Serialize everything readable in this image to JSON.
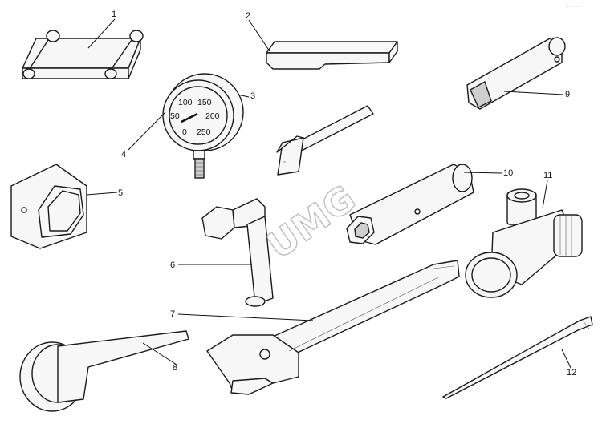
{
  "watermark": "UMG",
  "corner_mark": "~~ ~~",
  "gauge": {
    "scale": [
      "0",
      "50",
      "100",
      "150",
      "200",
      "250"
    ]
  },
  "callouts": [
    "1",
    "2",
    "3",
    "4",
    "5",
    "6",
    "7",
    "8",
    "9",
    "10",
    "11",
    "12"
  ]
}
